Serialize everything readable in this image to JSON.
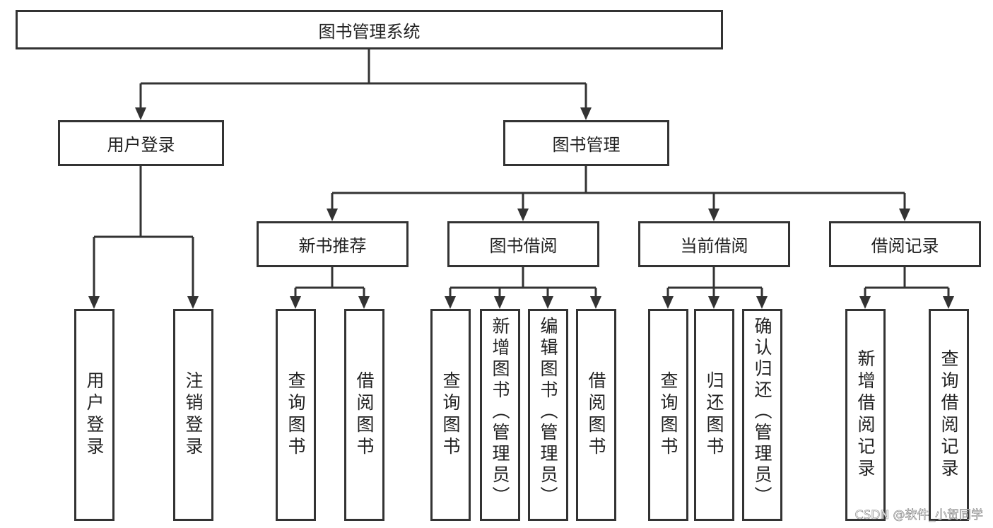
{
  "root": {
    "label": "图书管理系统"
  },
  "branches": [
    {
      "label": "用户登录",
      "children": [
        {
          "label": "用户登录",
          "leaves": [
            "用户登录",
            "注销登录"
          ]
        }
      ]
    },
    {
      "label": "图书管理",
      "children": [
        {
          "label": "新书推荐",
          "leaves": [
            "查询图书",
            "借阅图书"
          ]
        },
        {
          "label": "图书借阅",
          "leaves": [
            "查询图书",
            "新增图书（管理员）",
            "编辑图书（管理员）",
            "借阅图书"
          ]
        },
        {
          "label": "当前借阅",
          "leaves": [
            "查询图书",
            "归还图书",
            "确认归还（管理员）"
          ]
        },
        {
          "label": "借阅记录",
          "leaves": [
            "新增借阅记录",
            "查询借阅记录"
          ]
        }
      ]
    }
  ],
  "colors": {
    "line": "#333333",
    "box_border": "#333333",
    "text": "#222222"
  },
  "watermark": "CSDN @软件_小贺同学"
}
